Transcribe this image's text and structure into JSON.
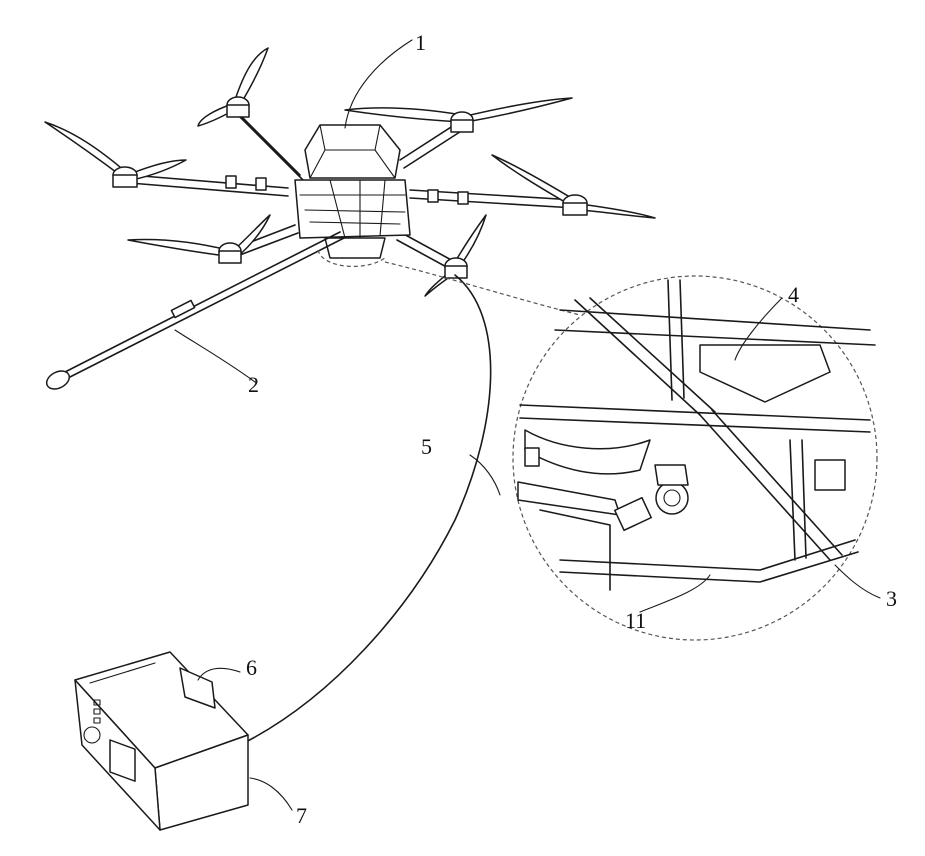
{
  "figure": {
    "labels": {
      "drone_body": "1",
      "rod": "2",
      "hinge": "3",
      "mount": "4",
      "cable": "5",
      "box_part": "6",
      "ground_box": "7",
      "frame": "11"
    }
  }
}
